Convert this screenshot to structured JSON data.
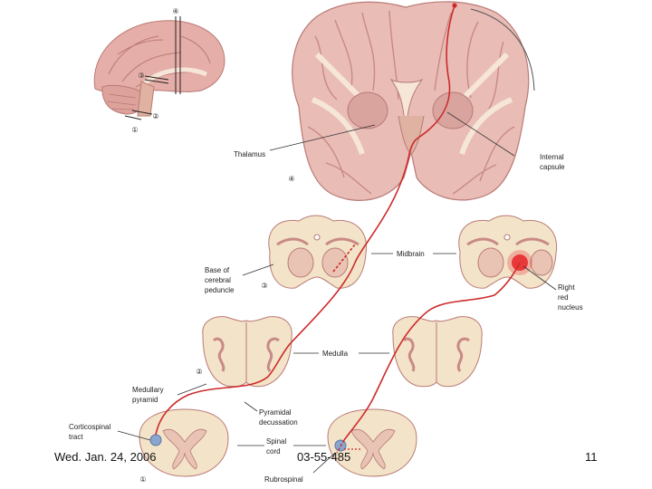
{
  "labels": {
    "thalamus": "Thalamus",
    "internal_capsule_1": "Internal",
    "internal_capsule_2": "capsule",
    "midbrain": "Midbrain",
    "base_peduncle_1": "Base of",
    "base_peduncle_2": "cerebral",
    "base_peduncle_3": "peduncle",
    "right_red_nucleus_1": "Right",
    "right_red_nucleus_2": "red",
    "right_red_nucleus_3": "nucleus",
    "medulla": "Medulla",
    "medullary_pyramid_1": "Medullary",
    "medullary_pyramid_2": "pyramid",
    "pyramidal_decussation_1": "Pyramidal",
    "pyramidal_decussation_2": "decussation",
    "corticospinal_tract_1": "Corticospinal",
    "corticospinal_tract_2": "tract",
    "spinal_cord_1": "Spinal",
    "spinal_cord_2": "cord",
    "rubrospinal": "Rubrospinal"
  },
  "level_markers": {
    "sagittal_4": "④",
    "sagittal_3": "③",
    "sagittal_2": "②",
    "sagittal_1": "①",
    "coronal_4": "④",
    "midbrain_3": "③",
    "medulla_2": "②",
    "spinal_1": "①"
  },
  "footer": {
    "date": "Wed. Jan. 24, 2006",
    "course": "03-55-485",
    "page": "11"
  },
  "colors": {
    "tissue": "#e9bcb6",
    "tissue_dark": "#c88a86",
    "white_matter": "#f6e6d8",
    "section_bg": "#f3e3c9",
    "tract": "#cc2a2a",
    "red_nucleus": "#e8383a"
  }
}
